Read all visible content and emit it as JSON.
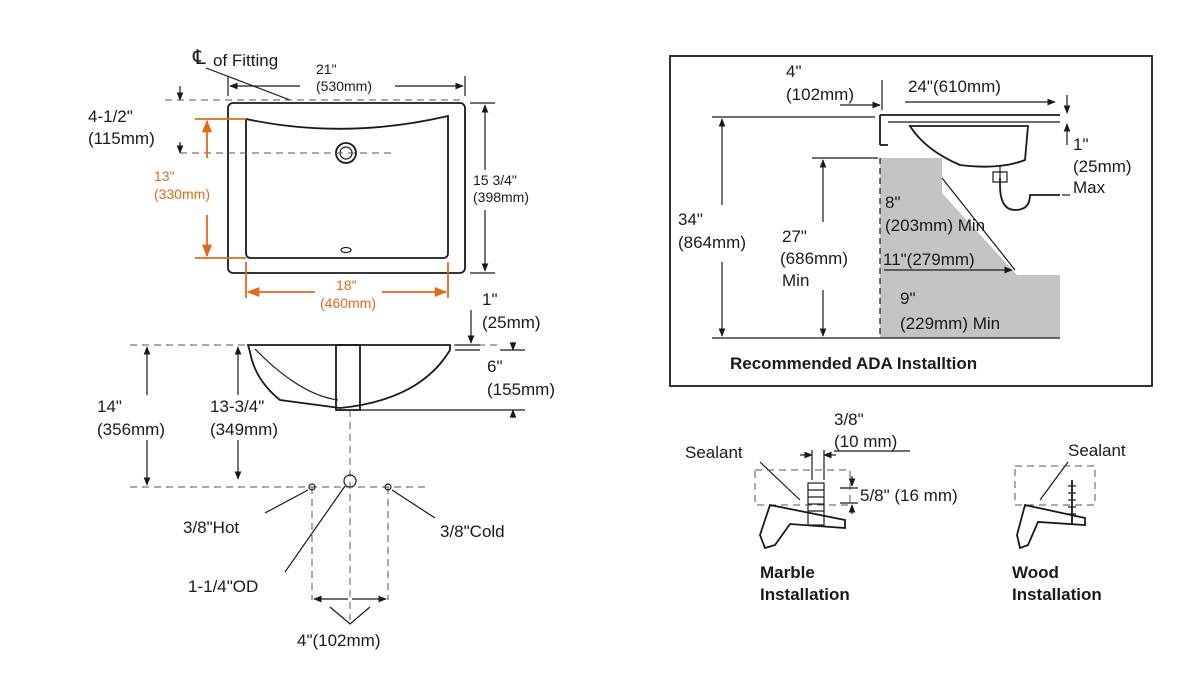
{
  "top_view": {
    "cl_fitting": "of Fitting",
    "width_in": "21\"",
    "width_mm": "(530mm)",
    "drain_offset_in": "4-1/2\"",
    "drain_offset_mm": "(115mm)",
    "bowl_depth_in": "13\"",
    "bowl_depth_mm": "(330mm)",
    "depth_in": "15 3/4\"",
    "depth_mm": "(398mm)",
    "bowl_width_in": "18″",
    "bowl_width_mm": "(460mm)"
  },
  "side_view": {
    "rim_in": "1\"",
    "rim_mm": "(25mm)",
    "bowl_h_in": "6\"",
    "bowl_h_mm": "(155mm)",
    "total_in": "14\"",
    "total_mm": "(356mm)",
    "drain_in": "13-3/4\"",
    "drain_mm": "(349mm)",
    "hot": "3/8\"Hot",
    "cold": "3/8\"Cold",
    "od": "1-1/4\"OD",
    "spacing": "4\"(102mm)"
  },
  "ada": {
    "caption": "Recommended ADA Installtion",
    "wall_in": "4\"",
    "wall_mm": "(102mm)",
    "counter": "24\"(610mm)",
    "max_in": "1\"",
    "max_mm": "(25mm)",
    "max_word": "Max",
    "floor_in": "34\"",
    "floor_mm": "(864mm)",
    "knee_in": "27\"",
    "knee_mm": "(686mm)",
    "knee_min": "Min",
    "d8_in": "8\"",
    "d8_mm": "(203mm) Min",
    "d11": "11\"(279mm)",
    "d9_in": "9\"",
    "d9_mm": "(229mm) Min"
  },
  "mount": {
    "clip_in": "3/8\"",
    "clip_mm": "(10 mm)",
    "depth": "5/8\" (16 mm)",
    "sealant_left": "Sealant",
    "sealant_right": "Sealant",
    "marble_1": "Marble",
    "marble_2": "Installation",
    "wood_1": "Wood",
    "wood_2": "Installation"
  }
}
